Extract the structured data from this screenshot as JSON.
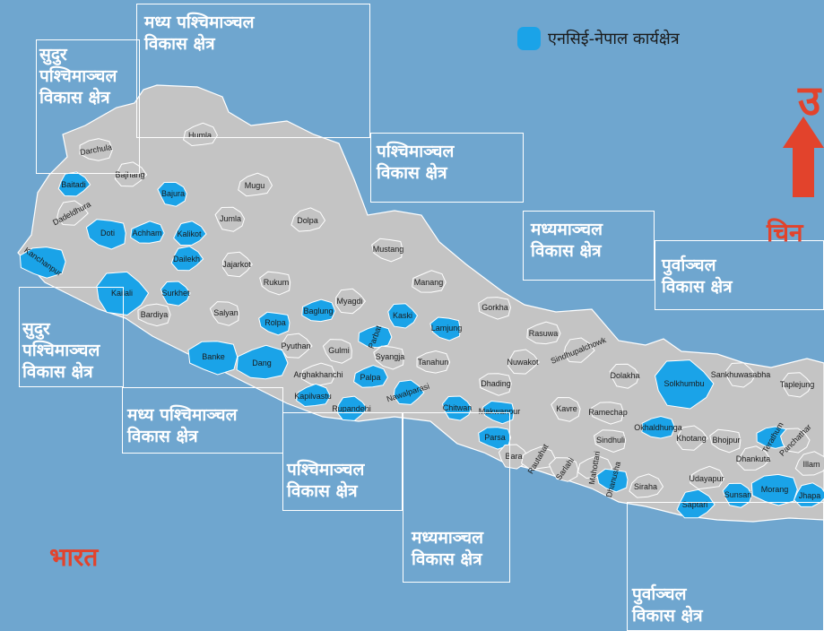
{
  "legend": {
    "label": "एनसिई-नेपाल कार्यक्षेत्र",
    "swatch_color": "#1aa3e8"
  },
  "regions": {
    "far_west_top": [
      "सुदुर",
      "पश्चिमाञ्चल",
      "विकास क्षेत्र"
    ],
    "far_west_bottom": [
      "सुदुर",
      "पश्चिमाञ्चल",
      "विकास क्षेत्र"
    ],
    "mid_west_top": [
      "मध्य पश्चिमाञ्चल",
      "विकास क्षेत्र"
    ],
    "mid_west_bottom": [
      "मध्य पश्चिमाञ्चल",
      "विकास क्षेत्र"
    ],
    "west_top": [
      "पश्चिमाञ्चल",
      "विकास क्षेत्र"
    ],
    "west_bottom": [
      "पश्चिमाञ्चल",
      "विकास क्षेत्र"
    ],
    "central_top": [
      "मध्यमाञ्चल",
      "विकास क्षेत्र"
    ],
    "central_bottom": [
      "मध्यमाञ्चल",
      "विकास क्षेत्र"
    ],
    "east_top": [
      "पुर्वाञ्चल",
      "विकास क्षेत्र"
    ],
    "east_bottom": [
      "पुर्वाञ्चल",
      "विकास क्षेत्र"
    ]
  },
  "countries": {
    "china": "चिन",
    "india": "भारत"
  },
  "north_label": "उ",
  "colors": {
    "highlight": "#1aa3e8",
    "land": "#c4c4c4",
    "water": "#6fa6cf",
    "accent": "#e2432c"
  },
  "districts": [
    {
      "name": "Darchula",
      "hl": false
    },
    {
      "name": "Baitadi",
      "hl": true
    },
    {
      "name": "Bajhang",
      "hl": false
    },
    {
      "name": "Dadeldhura",
      "hl": false
    },
    {
      "name": "Kanchanpur",
      "hl": true
    },
    {
      "name": "Doti",
      "hl": true
    },
    {
      "name": "Kailali",
      "hl": true
    },
    {
      "name": "Achham",
      "hl": true
    },
    {
      "name": "Bajura",
      "hl": true
    },
    {
      "name": "Humla",
      "hl": false
    },
    {
      "name": "Mugu",
      "hl": false
    },
    {
      "name": "Kalikot",
      "hl": true
    },
    {
      "name": "Jumla",
      "hl": false
    },
    {
      "name": "Dolpa",
      "hl": false
    },
    {
      "name": "Dailekh",
      "hl": true
    },
    {
      "name": "Jajarkot",
      "hl": false
    },
    {
      "name": "Surkhet",
      "hl": true
    },
    {
      "name": "Bardiya",
      "hl": false
    },
    {
      "name": "Salyan",
      "hl": false
    },
    {
      "name": "Rukum",
      "hl": false
    },
    {
      "name": "Banke",
      "hl": true
    },
    {
      "name": "Dang",
      "hl": true
    },
    {
      "name": "Rolpa",
      "hl": true
    },
    {
      "name": "Pyuthan",
      "hl": false
    },
    {
      "name": "Mustang",
      "hl": false
    },
    {
      "name": "Manang",
      "hl": false
    },
    {
      "name": "Myagdi",
      "hl": false
    },
    {
      "name": "Baglung",
      "hl": true
    },
    {
      "name": "Kaski",
      "hl": true
    },
    {
      "name": "Lamjung",
      "hl": true
    },
    {
      "name": "Gorkha",
      "hl": false
    },
    {
      "name": "Parbat",
      "hl": true
    },
    {
      "name": "Gulmi",
      "hl": false
    },
    {
      "name": "Syangja",
      "hl": false
    },
    {
      "name": "Tanahun",
      "hl": false
    },
    {
      "name": "Arghakhanchi",
      "hl": false
    },
    {
      "name": "Palpa",
      "hl": true
    },
    {
      "name": "Kapilvastu",
      "hl": true
    },
    {
      "name": "Rupandehi",
      "hl": true
    },
    {
      "name": "Nawalparasi",
      "hl": true
    },
    {
      "name": "Chitwan",
      "hl": true
    },
    {
      "name": "Dhading",
      "hl": false
    },
    {
      "name": "Makwanpur",
      "hl": true
    },
    {
      "name": "Rasuwa",
      "hl": false
    },
    {
      "name": "Nuwakot",
      "hl": false
    },
    {
      "name": "Sindhupalchowk",
      "hl": false
    },
    {
      "name": "Dolakha",
      "hl": false
    },
    {
      "name": "Kavre",
      "hl": false
    },
    {
      "name": "Ramechap",
      "hl": false
    },
    {
      "name": "Parsa",
      "hl": true
    },
    {
      "name": "Bara",
      "hl": false
    },
    {
      "name": "Rautahat",
      "hl": false
    },
    {
      "name": "Sarlahi",
      "hl": false
    },
    {
      "name": "Mahottari",
      "hl": false
    },
    {
      "name": "Dhanusha",
      "hl": true
    },
    {
      "name": "Sindhuli",
      "hl": false
    },
    {
      "name": "Solkhumbu",
      "hl": true
    },
    {
      "name": "Okhaldhunga",
      "hl": true
    },
    {
      "name": "Khotang",
      "hl": false
    },
    {
      "name": "Bhojpur",
      "hl": false
    },
    {
      "name": "Siraha",
      "hl": false
    },
    {
      "name": "Udayapur",
      "hl": false
    },
    {
      "name": "Saptari",
      "hl": true
    },
    {
      "name": "Sankhuwasabha",
      "hl": false
    },
    {
      "name": "Taplejung",
      "hl": false
    },
    {
      "name": "Terathum",
      "hl": true
    },
    {
      "name": "Panchathar",
      "hl": false
    },
    {
      "name": "Dhankuta",
      "hl": false
    },
    {
      "name": "Illam",
      "hl": false
    },
    {
      "name": "Sunsari",
      "hl": true
    },
    {
      "name": "Morang",
      "hl": true
    },
    {
      "name": "Jhapa",
      "hl": true
    }
  ]
}
